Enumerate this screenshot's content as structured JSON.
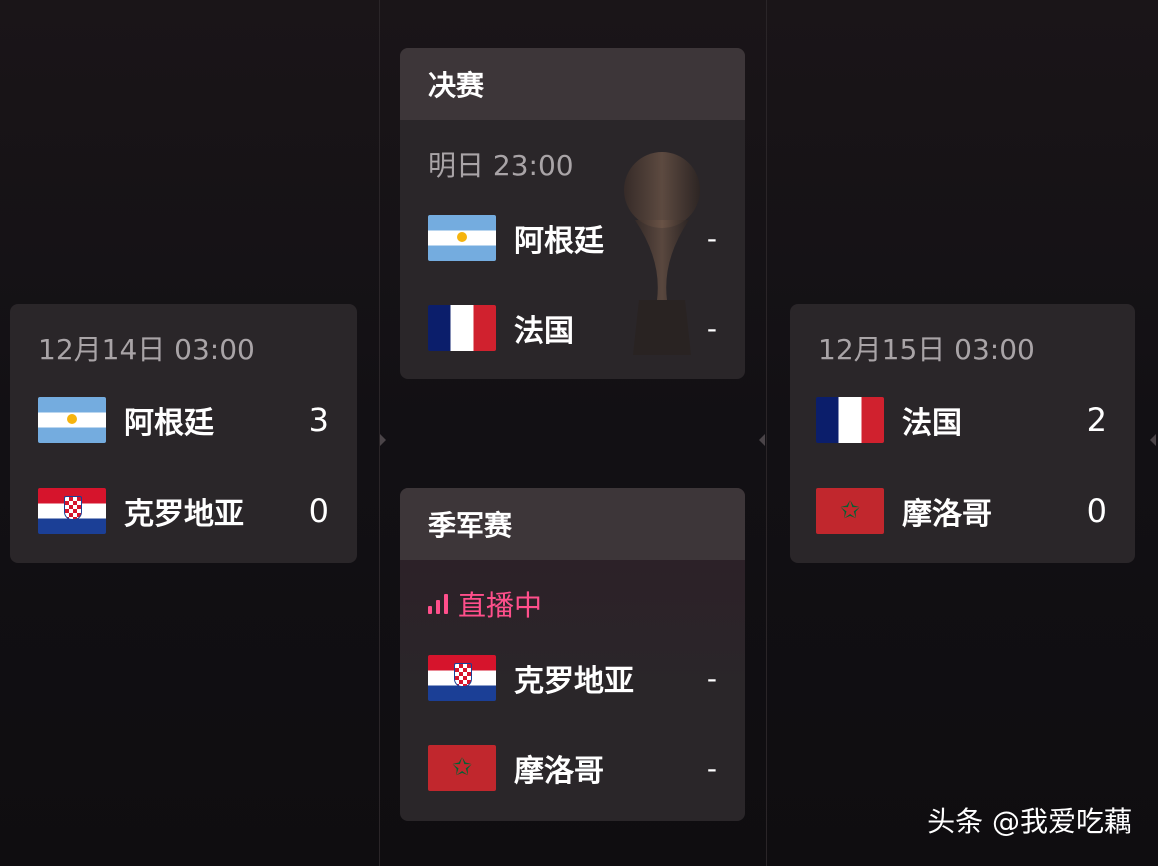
{
  "semi_left": {
    "time": "12月14日 03:00",
    "team1": {
      "name": "阿根廷",
      "score": "3",
      "flag": "argentina-flag"
    },
    "team2": {
      "name": "克罗地亚",
      "score": "0",
      "flag": "croatia-flag"
    }
  },
  "final": {
    "title": "决赛",
    "time": "明日 23:00",
    "team1": {
      "name": "阿根廷",
      "score": "-",
      "flag": "argentina-flag"
    },
    "team2": {
      "name": "法国",
      "score": "-",
      "flag": "france-flag"
    },
    "decoration": "world-cup-trophy-icon"
  },
  "third_place": {
    "title": "季军赛",
    "status": "直播中",
    "status_icon": "live-bars-icon",
    "status_color": "#ff4f8b",
    "team1": {
      "name": "克罗地亚",
      "score": "-",
      "flag": "croatia-flag"
    },
    "team2": {
      "name": "摩洛哥",
      "score": "-",
      "flag": "morocco-flag"
    }
  },
  "semi_right": {
    "time": "12月15日 03:00",
    "team1": {
      "name": "法国",
      "score": "2",
      "flag": "france-flag"
    },
    "team2": {
      "name": "摩洛哥",
      "score": "0",
      "flag": "morocco-flag"
    }
  },
  "watermark": "头条 @我爱吃藕"
}
